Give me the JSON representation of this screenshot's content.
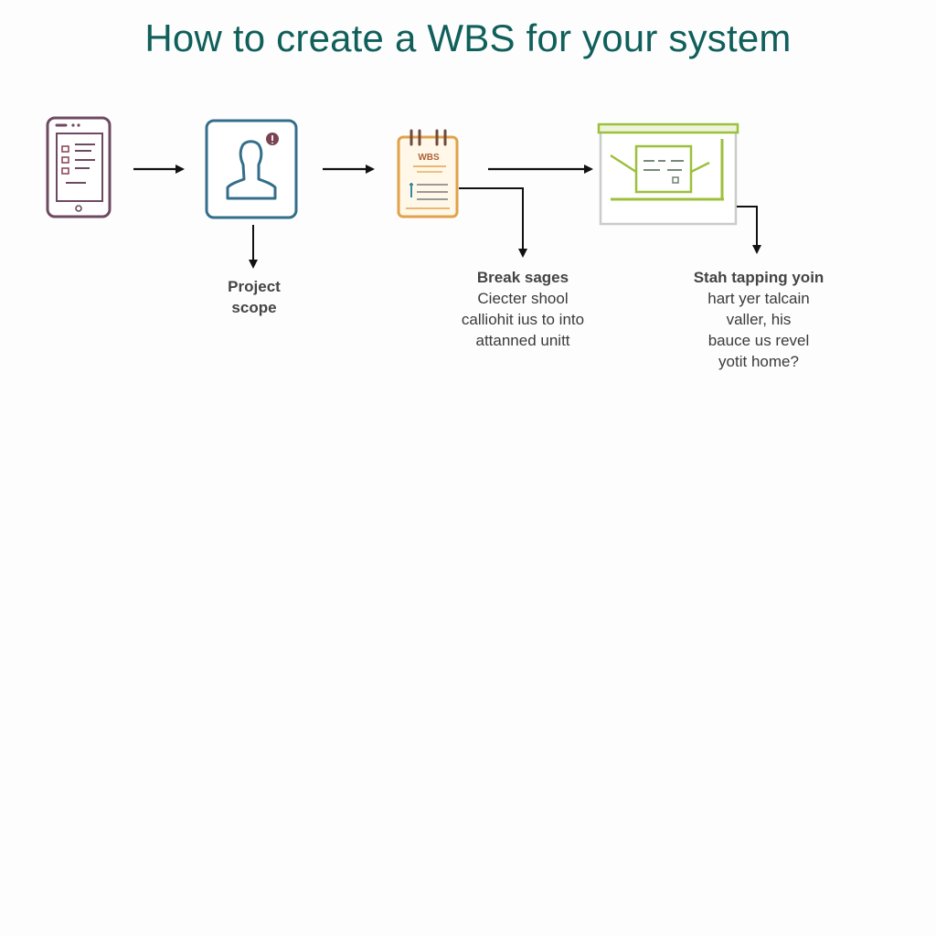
{
  "title": "How to create a WBS for your system",
  "steps": [
    {
      "icon": "tablet-icon",
      "color": "#6e4a62",
      "caption": []
    },
    {
      "icon": "user-icon",
      "color": "#336e8a",
      "badge": "!",
      "caption": [
        "Project",
        "scope"
      ]
    },
    {
      "icon": "wbs-notepad-icon",
      "color": "#e0a24a",
      "icon_text": "WBS",
      "caption": [
        "Break sages",
        "Ciecter shool",
        "calliohit ius to into",
        "attanned unitt"
      ]
    },
    {
      "icon": "structure-board-icon",
      "color": "#9cc03c",
      "caption": [
        "Stah tapping yoin",
        "hart yer talcain",
        "valler, his",
        "bauce us revel",
        "yotit home?"
      ]
    }
  ],
  "colors": {
    "title": "#0f5f5a",
    "arrow": "#111111",
    "text": "#3a3a3a"
  }
}
